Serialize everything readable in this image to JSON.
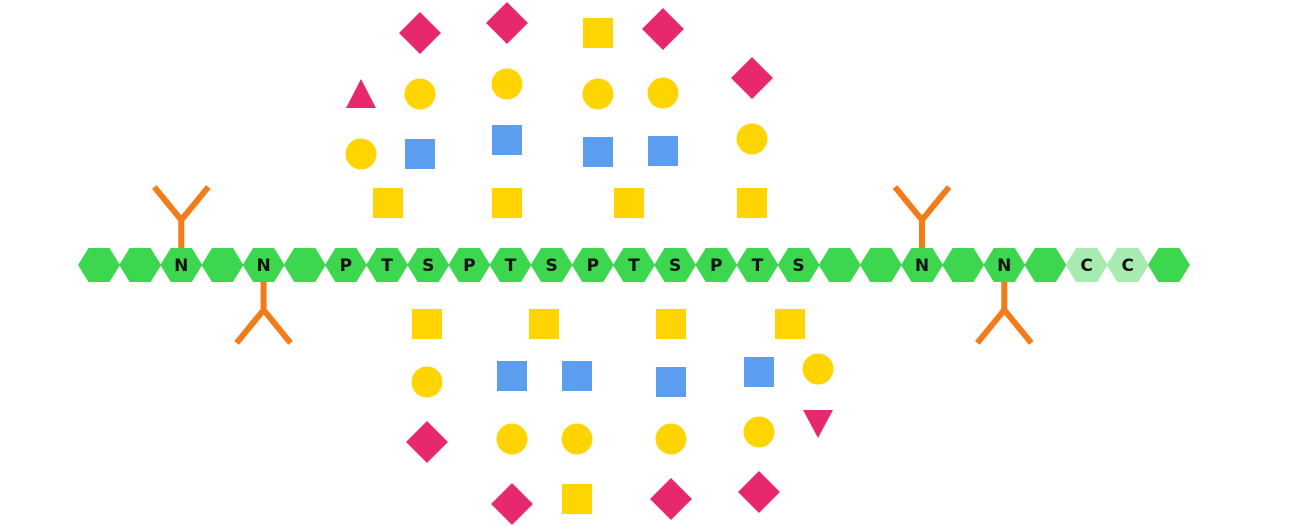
{
  "colors": {
    "residue": "#3cd64f",
    "residue_light": "#a8ebb0",
    "n_glycan_link": "#f27c1a",
    "galactose": "#ffd400",
    "glcnac": "#5b9def",
    "sialic_acid": "#e8286e",
    "fucose": "#e8286e"
  },
  "backbone": {
    "residues": [
      {
        "label": "",
        "tone": "dark"
      },
      {
        "label": "",
        "tone": "dark"
      },
      {
        "label": "N",
        "tone": "dark"
      },
      {
        "label": "",
        "tone": "dark"
      },
      {
        "label": "N",
        "tone": "dark"
      },
      {
        "label": "",
        "tone": "dark"
      },
      {
        "label": "P",
        "tone": "dark"
      },
      {
        "label": "T",
        "tone": "dark"
      },
      {
        "label": "S",
        "tone": "dark"
      },
      {
        "label": "P",
        "tone": "dark"
      },
      {
        "label": "T",
        "tone": "dark"
      },
      {
        "label": "S",
        "tone": "dark"
      },
      {
        "label": "P",
        "tone": "dark"
      },
      {
        "label": "T",
        "tone": "dark"
      },
      {
        "label": "S",
        "tone": "dark"
      },
      {
        "label": "P",
        "tone": "dark"
      },
      {
        "label": "T",
        "tone": "dark"
      },
      {
        "label": "S",
        "tone": "dark"
      },
      {
        "label": "",
        "tone": "dark"
      },
      {
        "label": "",
        "tone": "dark"
      },
      {
        "label": "N",
        "tone": "dark"
      },
      {
        "label": "",
        "tone": "dark"
      },
      {
        "label": "N",
        "tone": "dark"
      },
      {
        "label": "",
        "tone": "dark"
      },
      {
        "label": "C",
        "tone": "light"
      },
      {
        "label": "C",
        "tone": "light"
      },
      {
        "label": "",
        "tone": "dark"
      }
    ]
  },
  "n_glycan_anchors": [
    {
      "residue": 2,
      "side": "up"
    },
    {
      "residue": 4,
      "side": "down"
    },
    {
      "residue": 20,
      "side": "up"
    },
    {
      "residue": 22,
      "side": "down"
    }
  ],
  "o_glycans": [
    {
      "side": "up",
      "stack": [
        {
          "shape": "square",
          "color": "galactose"
        },
        {
          "shape": "circle",
          "color": "galactose"
        },
        {
          "shape": "triangle",
          "color": "fucose"
        }
      ]
    },
    {
      "side": "up",
      "stack": [
        {
          "shape": "square",
          "color": "glcnac"
        },
        {
          "shape": "circle",
          "color": "galactose"
        },
        {
          "shape": "diamond",
          "color": "sialic_acid"
        }
      ]
    },
    {
      "side": "up",
      "stack": [
        {
          "shape": "square",
          "color": "galactose"
        },
        {
          "shape": "square",
          "color": "glcnac"
        },
        {
          "shape": "circle",
          "color": "galactose"
        },
        {
          "shape": "diamond",
          "color": "sialic_acid"
        }
      ]
    },
    {
      "side": "up",
      "stack": [
        {
          "shape": "square",
          "color": "glcnac"
        },
        {
          "shape": "circle",
          "color": "galactose"
        },
        {
          "shape": "square",
          "color": "galactose"
        }
      ]
    },
    {
      "side": "up",
      "stack": [
        {
          "shape": "square",
          "color": "galactose"
        },
        {
          "shape": "square",
          "color": "glcnac"
        },
        {
          "shape": "circle",
          "color": "galactose"
        },
        {
          "shape": "diamond",
          "color": "sialic_acid"
        }
      ]
    },
    {
      "side": "up",
      "stack": [
        {
          "shape": "square",
          "color": "galactose"
        },
        {
          "shape": "circle",
          "color": "galactose"
        },
        {
          "shape": "diamond",
          "color": "sialic_acid"
        }
      ]
    },
    {
      "side": "down",
      "stack": [
        {
          "shape": "square",
          "color": "galactose"
        },
        {
          "shape": "circle",
          "color": "galactose"
        },
        {
          "shape": "diamond",
          "color": "sialic_acid"
        }
      ]
    },
    {
      "side": "down",
      "stack": [
        {
          "shape": "square",
          "color": "galactose"
        },
        {
          "shape": "square",
          "color": "glcnac"
        },
        {
          "shape": "circle",
          "color": "galactose"
        },
        {
          "shape": "diamond",
          "color": "sialic_acid"
        }
      ]
    },
    {
      "side": "down",
      "stack": [
        {
          "shape": "square",
          "color": "glcnac"
        },
        {
          "shape": "circle",
          "color": "galactose"
        },
        {
          "shape": "square",
          "color": "galactose"
        }
      ]
    },
    {
      "side": "down",
      "stack": [
        {
          "shape": "square",
          "color": "galactose"
        },
        {
          "shape": "square",
          "color": "glcnac"
        },
        {
          "shape": "circle",
          "color": "galactose"
        },
        {
          "shape": "diamond",
          "color": "sialic_acid"
        }
      ]
    },
    {
      "side": "down",
      "stack": [
        {
          "shape": "square",
          "color": "galactose"
        },
        {
          "shape": "square",
          "color": "glcnac"
        },
        {
          "shape": "circle",
          "color": "galactose"
        },
        {
          "shape": "diamond",
          "color": "sialic_acid"
        }
      ]
    },
    {
      "side": "down",
      "stack": [
        {
          "shape": "circle",
          "color": "galactose"
        },
        {
          "shape": "triangle-down",
          "color": "fucose"
        }
      ]
    }
  ]
}
